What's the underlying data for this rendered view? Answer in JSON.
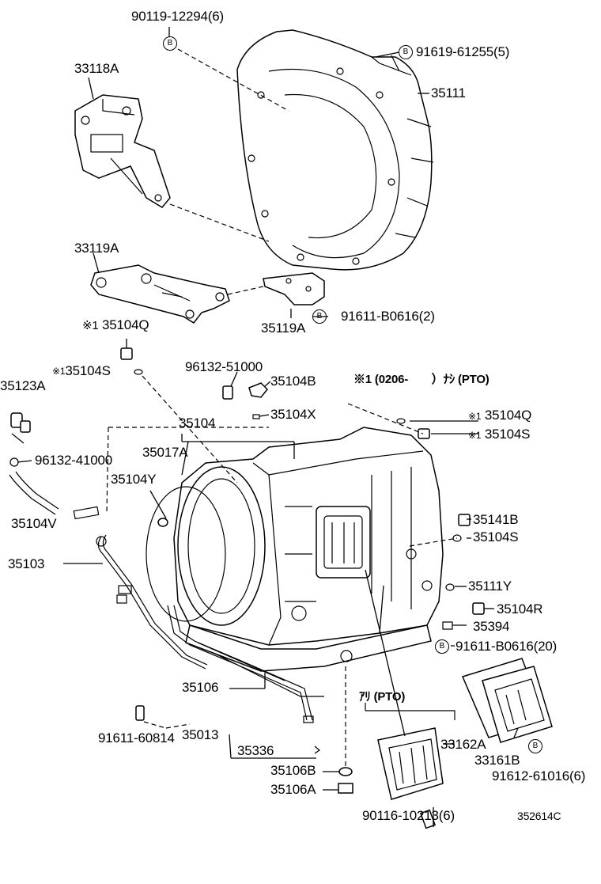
{
  "labels": {
    "p90119_12294": "90119-12294(6)",
    "p91619_61255": "91619-61255(5)",
    "p33118A": "33118A",
    "p35111": "35111",
    "p33119A": "33119A",
    "p35119A": "35119A",
    "p91611_B0616_2": "91611-B0616(2)",
    "p35104Q_top": "35104Q",
    "p35104S_top": "35104S",
    "p35123A": "35123A",
    "p96132_51000": "96132-51000",
    "p35104B": "35104B",
    "note_pto_none": "(0206-　　）ﾅｼ (PTO)",
    "p35104X": "35104X",
    "p35104": "35104",
    "p35104Q_right": "35104Q",
    "p35104S_right1": "35104S",
    "p96132_41000": "96132-41000",
    "p35017A": "35017A",
    "p35104Y": "35104Y",
    "p35104V": "35104V",
    "p35141B": "35141B",
    "p35104S_right2": "35104S",
    "p35103": "35103",
    "p35111Y": "35111Y",
    "p35104R": "35104R",
    "p35394": "35394",
    "p91611_B0616_20": "91611-B0616(20)",
    "p35106": "35106",
    "note_pto_with": "ｱﾘ (PTO)",
    "p91611_60814": "91611-60814",
    "p35013": "35013",
    "p33162A": "33162A",
    "p35336": "35336",
    "p33161B": "33161B",
    "p91612_61016": "91612-61016(6)",
    "p35106B": "35106B",
    "p35106A": "35106A",
    "p90116_10213": "90116-10213(6)",
    "diagram_id": "352614C"
  },
  "marks": {
    "b": "B",
    "star": "※1",
    "note_star": "※1"
  }
}
